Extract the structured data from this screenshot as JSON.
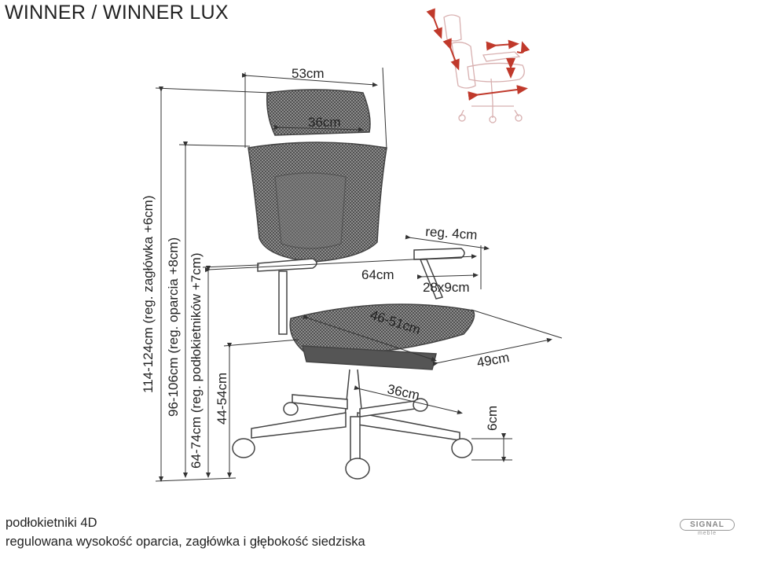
{
  "title": "WINNER / WINNER LUX",
  "dimensions": {
    "width_top": "53cm",
    "headrest_width": "36cm",
    "total_height": "114-124cm (reg. zagłówka +6cm)",
    "backrest_height": "96-106cm (reg. oparcia  +8cm)",
    "armrest_height": "64-74cm (reg. podłokietników +7cm)",
    "seat_height": "44-54cm",
    "armrest_adjust": "reg. 4cm",
    "armrest_width": "64cm",
    "armpad_size": "28x9cm",
    "seat_depth": "46-51cm",
    "seat_width": "49cm",
    "base_radius": "36cm",
    "wheel_height": "6cm"
  },
  "footer": {
    "line1": "podłokietniki 4D",
    "line2": "regulowana wysokość oparcia, zagłówka i głębokość siedziska"
  },
  "logo": {
    "brand": "SIGNAL",
    "sub": "meble"
  },
  "colors": {
    "mesh": "#555555",
    "dim_line": "#333333",
    "thumb_arrow": "#c0392b",
    "thumb_outline": "#d8b0b0"
  }
}
